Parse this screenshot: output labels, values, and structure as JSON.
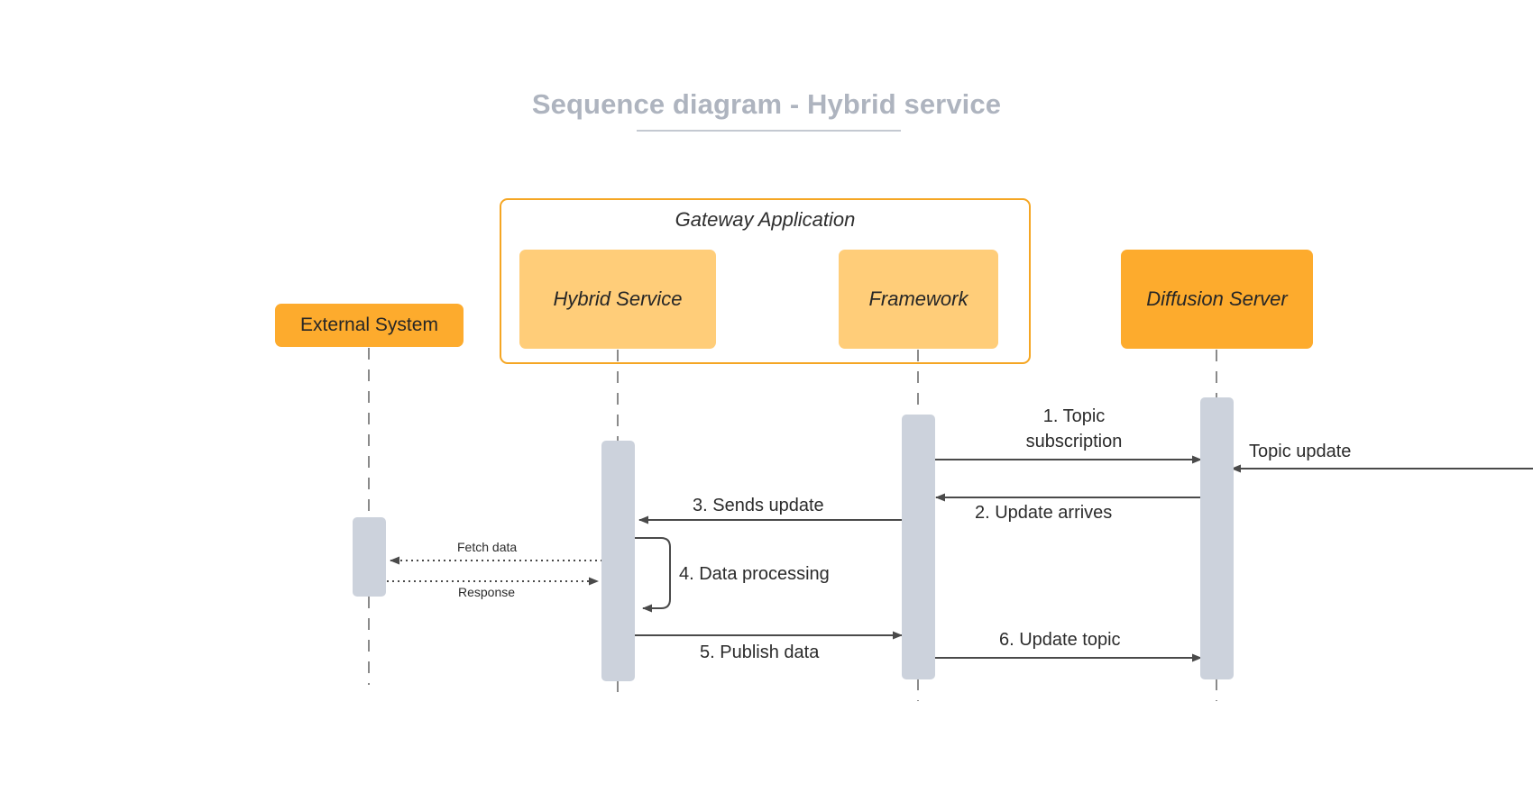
{
  "title": "Sequence diagram - Hybrid service",
  "colors": {
    "title": "#aeb4bf",
    "group_border": "#f5a623",
    "participant_light": "#ffcd79",
    "participant_dark": "#fdab2d",
    "activation": "#ccd2dc",
    "line": "#3f3f3f",
    "lifeline": "#8a8a8a"
  },
  "group": {
    "label": "Gateway Application"
  },
  "participants": [
    {
      "id": "external",
      "label": "External System",
      "style": "dark",
      "italic": false
    },
    {
      "id": "hybrid",
      "label": "Hybrid Service",
      "style": "light",
      "italic": true
    },
    {
      "id": "framework",
      "label": "Framework",
      "style": "light",
      "italic": true
    },
    {
      "id": "diffusion",
      "label": "Diffusion Server",
      "style": "dark",
      "italic": true
    }
  ],
  "messages": [
    {
      "num": "1",
      "label_line1": "1. Topic",
      "label_line2": "subscription",
      "from": "framework",
      "to": "diffusion",
      "style": "solid",
      "direction": "right"
    },
    {
      "num": "",
      "label_line1": "Topic update",
      "label_line2": "",
      "from": "offscreen",
      "to": "diffusion",
      "style": "solid",
      "direction": "left"
    },
    {
      "num": "2",
      "label_line1": "2. Update arrives",
      "label_line2": "",
      "from": "diffusion",
      "to": "framework",
      "style": "solid",
      "direction": "left"
    },
    {
      "num": "3",
      "label_line1": "3. Sends update",
      "label_line2": "",
      "from": "framework",
      "to": "hybrid",
      "style": "solid",
      "direction": "left"
    },
    {
      "num": "",
      "label_line1": "Fetch data",
      "label_line2": "",
      "from": "hybrid",
      "to": "external",
      "style": "dotted",
      "direction": "left"
    },
    {
      "num": "",
      "label_line1": "Response",
      "label_line2": "",
      "from": "external",
      "to": "hybrid",
      "style": "dotted",
      "direction": "right"
    },
    {
      "num": "4",
      "label_line1": "4. Data processing",
      "label_line2": "",
      "from": "hybrid",
      "to": "hybrid",
      "style": "solid",
      "direction": "self"
    },
    {
      "num": "5",
      "label_line1": "5. Publish data",
      "label_line2": "",
      "from": "hybrid",
      "to": "framework",
      "style": "solid",
      "direction": "right"
    },
    {
      "num": "6",
      "label_line1": "6. Update topic",
      "label_line2": "",
      "from": "framework",
      "to": "diffusion",
      "style": "solid",
      "direction": "right"
    }
  ]
}
